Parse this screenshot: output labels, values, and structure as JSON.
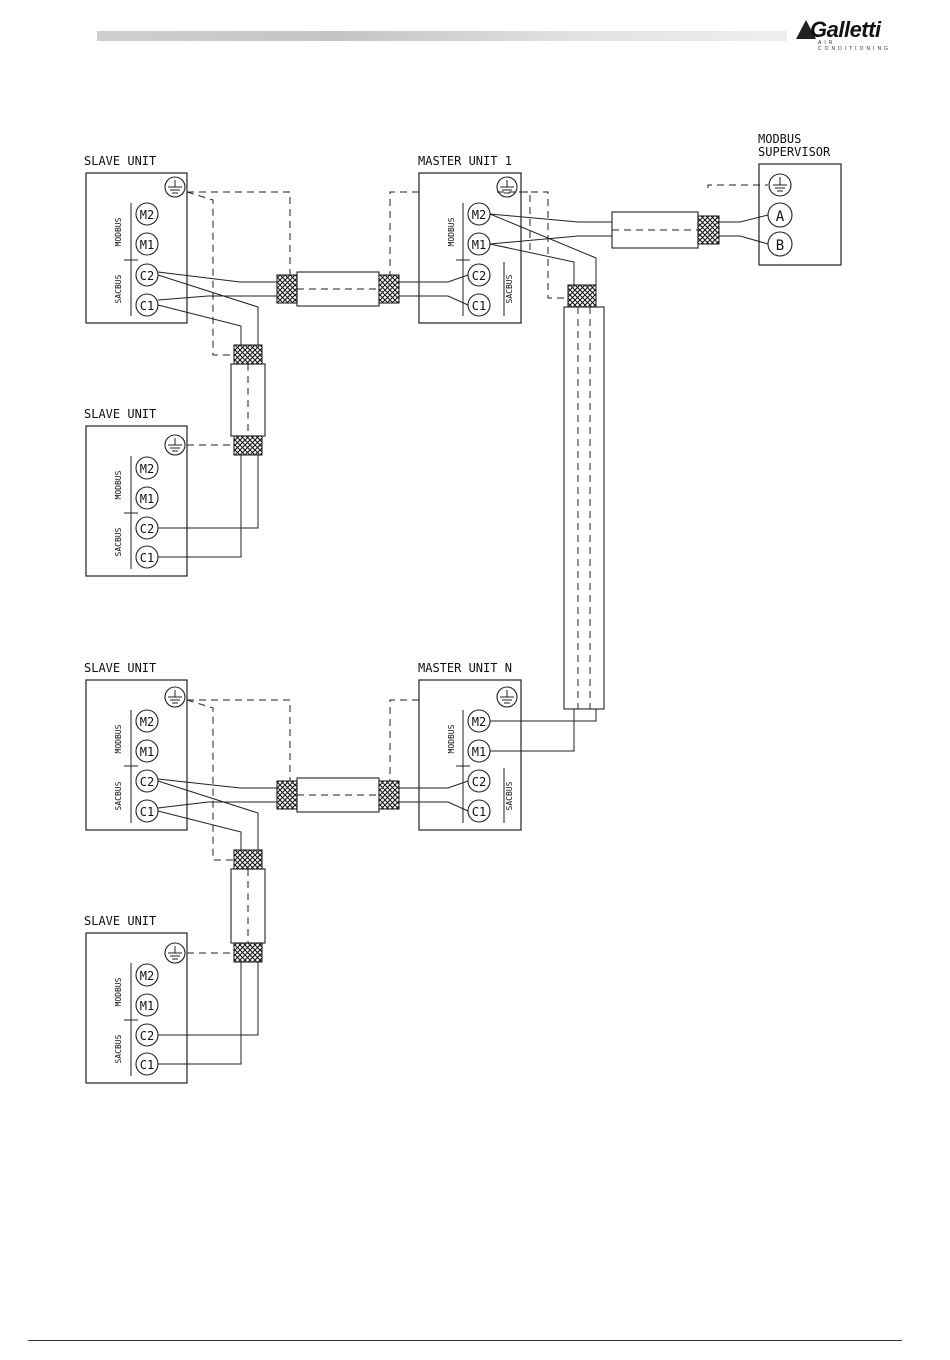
{
  "header": {
    "logo_text": "Galletti",
    "logo_subtext": "AIR CONDITIONING"
  },
  "labels": {
    "slave_unit": "SLAVE UNIT",
    "master_unit_1": "MASTER UNIT 1",
    "master_unit_n": "MASTER UNIT N",
    "supervisor_line1": "MODBUS",
    "supervisor_line2": "SUPERVISOR",
    "modbus": "MODBUS",
    "sacbus": "SACBUS"
  },
  "terminals": {
    "m2": "M2",
    "m1": "M1",
    "c2": "C2",
    "c1": "C1",
    "a": "A",
    "b": "B"
  }
}
